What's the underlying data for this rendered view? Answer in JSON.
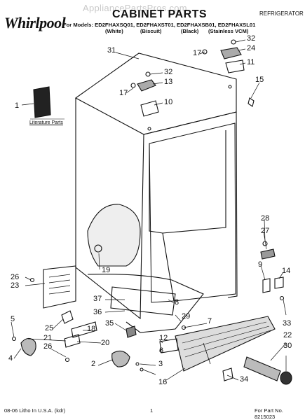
{
  "header": {
    "logo": "Whirlpool",
    "watermark": "AppliancePartsPros.com",
    "title": "CABINET PARTS",
    "brand_label": "REFRIGERATOR",
    "models_line": "For Models: ED2FHAXSQ01, ED2FHAXST01, ED2FHAXSB01, ED2FHAXSL01",
    "colors": [
      "(White)",
      "(Biscuit)",
      "(Black)",
      "(Stainless VCM)"
    ]
  },
  "diagram": {
    "literature_label": "Literature Parts",
    "callouts": [
      "1",
      "2",
      "3",
      "4",
      "5",
      "6",
      "7",
      "8",
      "9",
      "10",
      "11",
      "12",
      "13",
      "14",
      "15",
      "16",
      "17",
      "17",
      "18",
      "19",
      "20",
      "21",
      "22",
      "23",
      "24",
      "25",
      "26",
      "26",
      "27",
      "28",
      "29",
      "30",
      "31",
      "32",
      "32",
      "33",
      "34",
      "35",
      "36",
      "37"
    ]
  },
  "footer": {
    "left": "08-06 Litho In U.S.A. (kdr)",
    "page": "1",
    "part_no": "For Part No. 8215023"
  }
}
